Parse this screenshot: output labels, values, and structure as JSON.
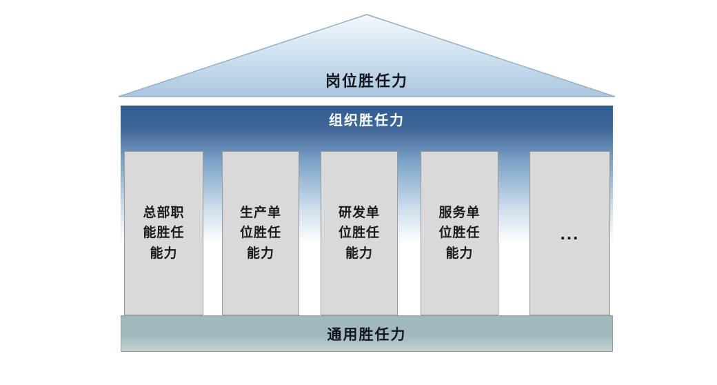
{
  "diagram": {
    "title": "Competency model house diagram",
    "roof": {
      "label": "岗位胜任力"
    },
    "org_band": {
      "label": "组织胜任力"
    },
    "pillars": [
      {
        "id": "hq",
        "label": "总部职\n能胜任\n能力"
      },
      {
        "id": "production",
        "label": "生产单\n位胜任\n能力"
      },
      {
        "id": "rd",
        "label": "研发单\n位胜任\n能力"
      },
      {
        "id": "service",
        "label": "服务单\n位胜任\n能力"
      },
      {
        "id": "more",
        "label": "..."
      }
    ],
    "base_band": {
      "label": "通用胜任力"
    },
    "colors": {
      "roof_top": "#f3f8fc",
      "roof_bottom": "#a9c6de",
      "org_dark": "#2f5c90",
      "org_mid": "#7ba2c7",
      "pillar_fill": "#d9d9d9",
      "pillar_border": "#9a9a9a",
      "base_fill": "#9fb9bc",
      "text_dark": "#15151f"
    }
  }
}
